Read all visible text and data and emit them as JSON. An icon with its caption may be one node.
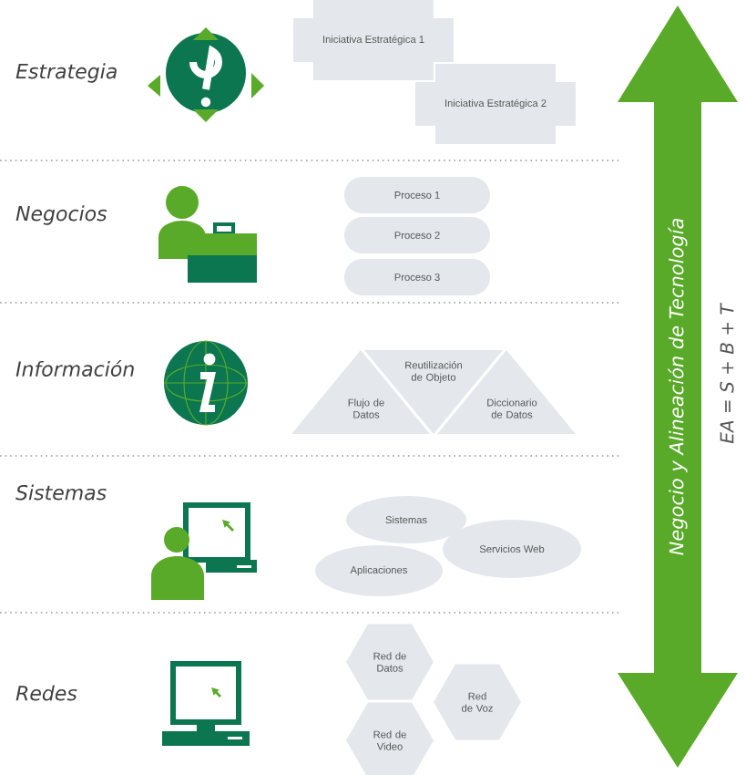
{
  "diagram": {
    "nodes": [
      {
        "text": [
          "Iniciativa Estratégica 1"
        ]
      },
      {
        "text": [
          "Iniciativa Estratégica 2"
        ]
      },
      {
        "text": [
          "Proceso 1"
        ]
      },
      {
        "text": [
          "Proceso 2"
        ]
      },
      {
        "text": [
          "Proceso 3"
        ]
      },
      {
        "text": [
          "Reutilización de Objeto"
        ]
      },
      {
        "text": [
          "Flujo de Datos"
        ]
      },
      {
        "text": [
          "Diccionario de Datos"
        ]
      },
      {
        "text": [
          "Sistemas"
        ]
      },
      {
        "text": [
          "Servicios Web"
        ]
      },
      {
        "text": [
          "Aplicaciones"
        ]
      },
      {
        "text": [
          "Red de Datos"
        ]
      },
      {
        "text": [
          "Red de Voz"
        ]
      },
      {
        "text": [
          "Red de Video"
        ]
      },
      {
        "text": [
          "Negocio y Alineación de Tecnología"
        ]
      }
    ],
    "labels": [
      "Estrategia",
      "Negocios",
      "Información",
      "Sistemas",
      "Redes",
      "EA = S + B + T"
    ]
  }
}
